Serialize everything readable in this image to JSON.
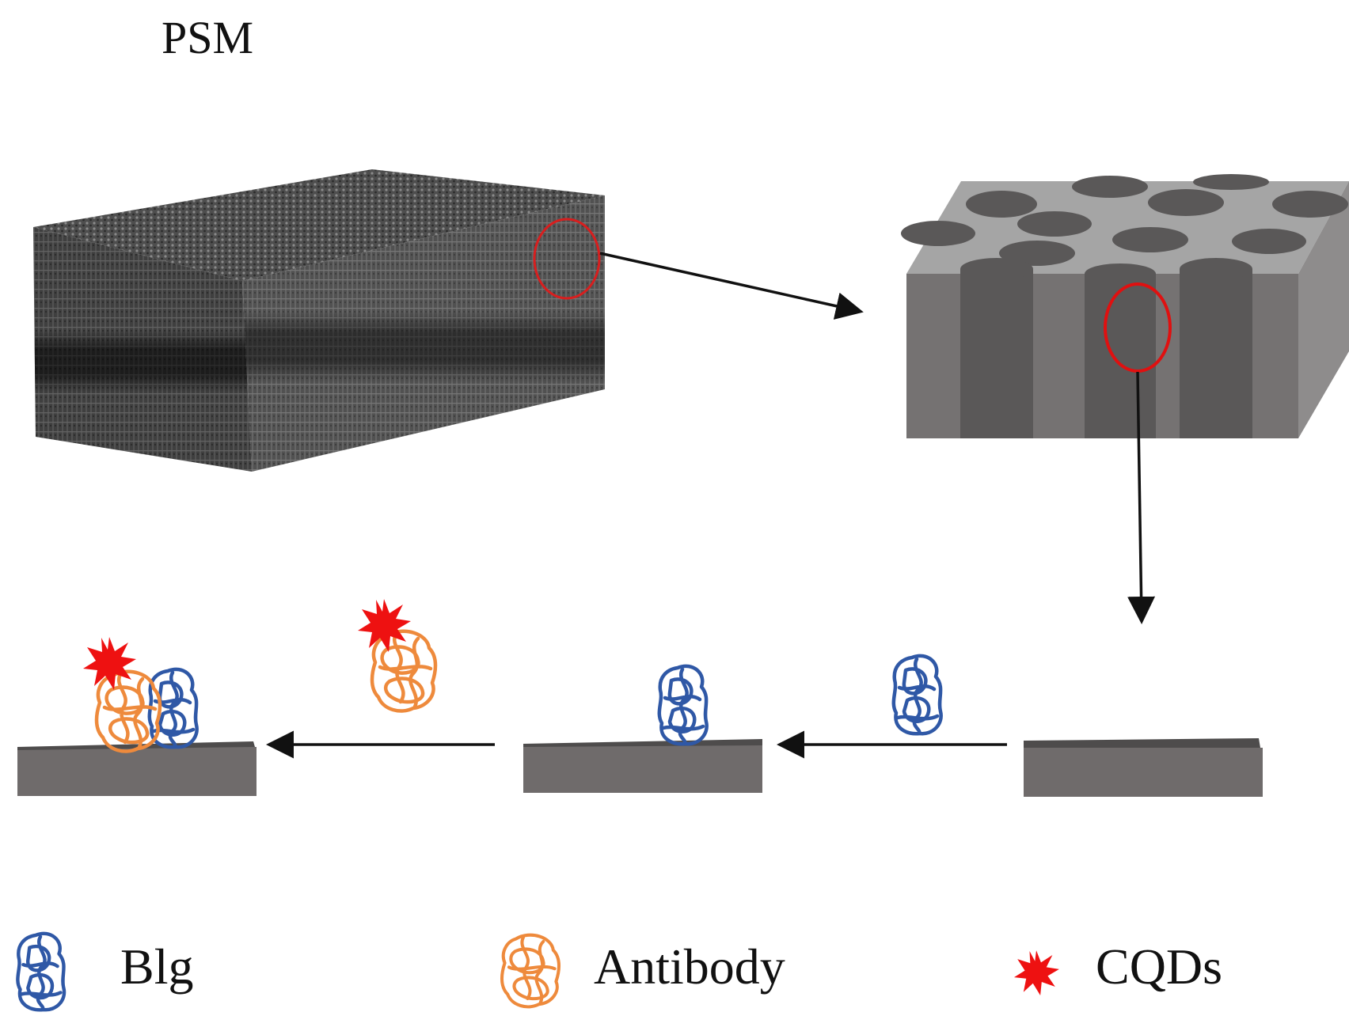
{
  "title": "PSM",
  "legend": {
    "blg": "Blg",
    "antibody": "Antibody",
    "cqds": "CQDs"
  },
  "colors": {
    "blg": "#2f58a6",
    "antibody": "#ee8a3c",
    "cqds": "#ee1111",
    "substrate": "#6f6b6b",
    "highlight": "#d81e1e",
    "arrow": "#111111"
  }
}
